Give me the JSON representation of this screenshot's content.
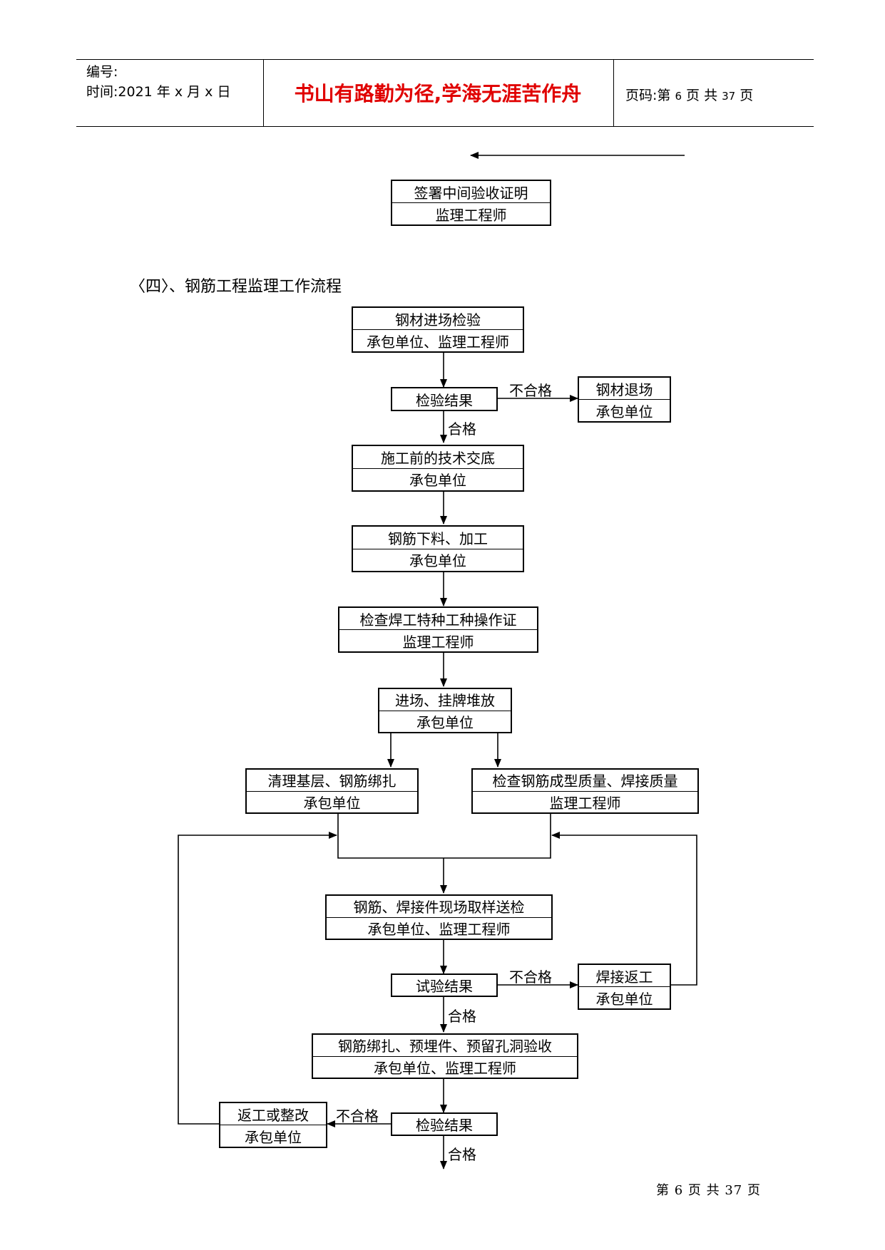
{
  "header": {
    "number_label": "编号:",
    "time_label": "时间:2021 年 x 月 x 日",
    "motto": "书山有路勤为径,学海无涯苦作舟",
    "page_prefix": "页码:第",
    "page_num": "6",
    "page_mid": "页  共",
    "page_total": "37",
    "page_suffix": "页"
  },
  "top_box": {
    "line1": "签署中间验收证明",
    "line2": "监理工程师"
  },
  "section_title": "〈四〉、钢筋工程监理工作流程",
  "flow": {
    "b1": {
      "line1": "钢材进场检验",
      "line2": "承包单位、监理工程师"
    },
    "d1": "检验结果",
    "fail1": "不合格",
    "r1": {
      "line1": "钢材退场",
      "line2": "承包单位"
    },
    "pass1": "合格",
    "b2": {
      "line1": "施工前的技术交底",
      "line2": "承包单位"
    },
    "b3": {
      "line1": "钢筋下料、加工",
      "line2": "承包单位"
    },
    "b4": {
      "line1": "检查焊工特种工种操作证",
      "line2": "监理工程师"
    },
    "b5": {
      "line1": "进场、挂牌堆放",
      "line2": "承包单位"
    },
    "b6": {
      "line1": "清理基层、钢筋绑扎",
      "line2": "承包单位"
    },
    "b7": {
      "line1": "检查钢筋成型质量、焊接质量",
      "line2": "监理工程师"
    },
    "b8": {
      "line1": "钢筋、焊接件现场取样送检",
      "line2": "承包单位、监理工程师"
    },
    "d2": "试验结果",
    "fail2": "不合格",
    "r2": {
      "line1": "焊接返工",
      "line2": "承包单位"
    },
    "pass2": "合格",
    "b9": {
      "line1": "钢筋绑扎、预埋件、预留孔洞验收",
      "line2": "承包单位、监理工程师"
    },
    "d3": "检验结果",
    "fail3": "不合格",
    "r3": {
      "line1": "返工或整改",
      "line2": "承包单位"
    },
    "pass3": "合格"
  },
  "footer": "第 6 页 共 37 页"
}
